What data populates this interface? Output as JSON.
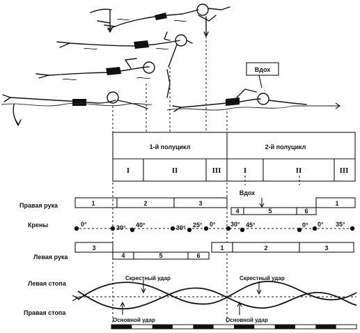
{
  "vdokh_balloon": "Вдох",
  "header": {
    "half1": "1-й полуцикл",
    "half2": "2-й полуцикл",
    "phases1": [
      "I",
      "II",
      "III"
    ],
    "phases2": [
      "I",
      "II",
      "III"
    ]
  },
  "vdokh_mid": "Вдох",
  "rows": {
    "right_arm": "Правая рука",
    "rolls": "Крены",
    "left_arm": "Левая рука",
    "left_foot": "Левая стопа",
    "right_foot": "Правая стопа"
  },
  "right_arm_segments": [
    "1",
    "2",
    "3",
    "4",
    "5",
    "6",
    "1"
  ],
  "left_arm_segments": [
    "3",
    "4",
    "5",
    "6",
    "1",
    "2",
    "3"
  ],
  "roll_angles": [
    "0°",
    "30°",
    "40°",
    "30°",
    "25°",
    "0°",
    "30°",
    "45°",
    "0°",
    "0°",
    "35°"
  ],
  "kicks": {
    "cross_kick_1": "Скрестный удар",
    "cross_kick_2": "Скрестный удар",
    "main_kick_1": "Основной удар",
    "main_kick_2": "Основной удар"
  },
  "colors": {
    "ink": "#111111",
    "paper": "#ffffff"
  }
}
